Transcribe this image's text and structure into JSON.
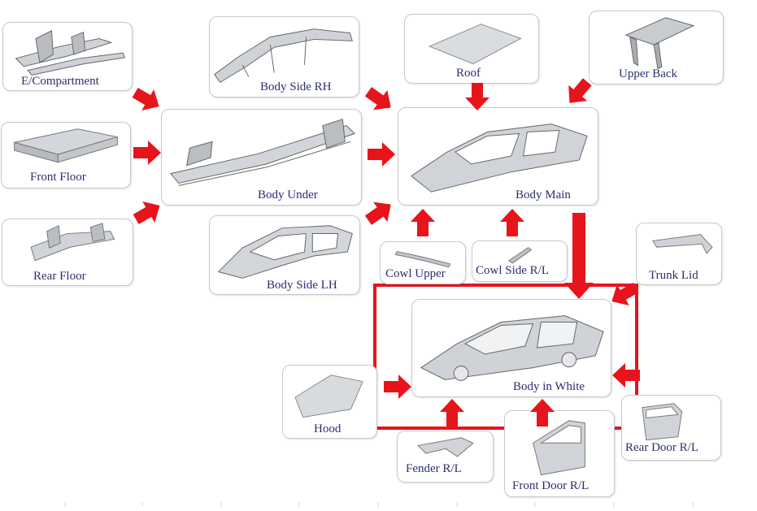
{
  "diagram": {
    "accent_color": "#e8141b",
    "label_color": "#2b2f6e",
    "nodes": {
      "e_compartment": "E/Compartment",
      "front_floor": "Front Floor",
      "rear_floor": "Rear Floor",
      "body_side_rh": "Body Side RH",
      "body_under": "Body Under",
      "body_side_lh": "Body Side LH",
      "roof": "Roof",
      "upper_back": "Upper Back",
      "body_main": "Body Main",
      "cowl_upper": "Cowl Upper",
      "cowl_side": "Cowl Side R/L",
      "trunk_lid": "Trunk Lid",
      "body_in_white": "Body in White",
      "hood": "Hood",
      "fender": "Fender R/L",
      "front_door": "Front Door R/L",
      "rear_door": "Rear Door R/L"
    },
    "highlighted_node": "Body in White"
  }
}
